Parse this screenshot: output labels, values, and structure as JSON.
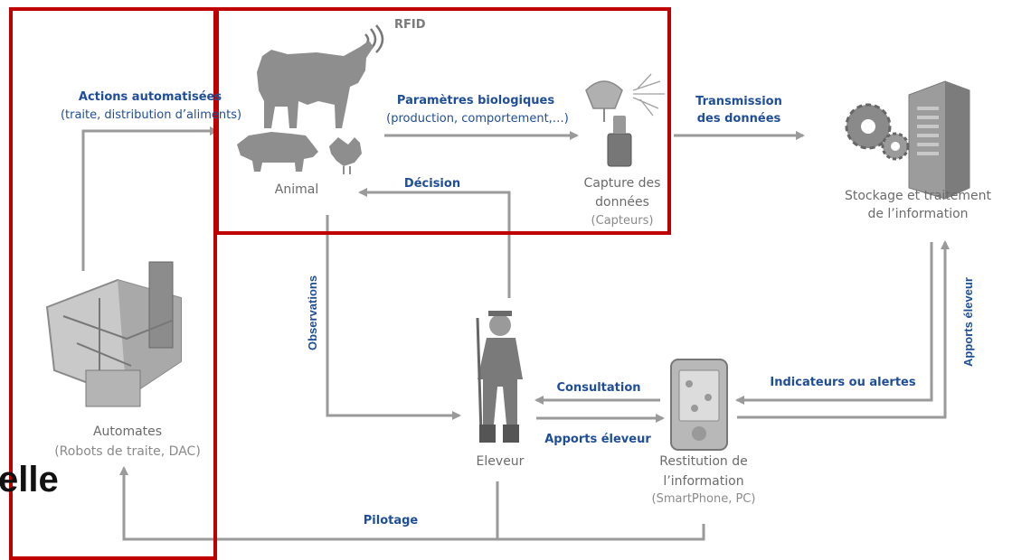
{
  "labels": {
    "rfid": "RFID",
    "actions_title": "Actions automatisées",
    "actions_sub": "(traite, distribution d’aliments)",
    "params_title": "Paramètres biologiques",
    "params_sub": "(production, comportement,…)",
    "transmission_line1": "Transmission",
    "transmission_line2": "des données",
    "animal": "Animal",
    "decision": "Décision",
    "capture_line1": "Capture des",
    "capture_line2": "données",
    "capture_sub": "(Capteurs)",
    "stockage_line1": "Stockage et traitement",
    "stockage_line2": "de l’information",
    "observations": "Observations",
    "apports_eleveur_vertical": "Apports éleveur",
    "consultation": "Consultation",
    "indicateurs": "Indicateurs ou alertes",
    "apports_eleveur": "Apports éleveur",
    "automates": "Automates",
    "automates_sub": "(Robots de traite, DAC)",
    "eleveur": "Eleveur",
    "restitution_line1": "Restitution de",
    "restitution_line2": "l’information",
    "restitution_sub": "(SmartPhone, PC)",
    "pilotage": "Pilotage",
    "partial_word": "elle"
  },
  "colors": {
    "highlight_red": "#c00000",
    "arrow_grey": "#9a9a9a",
    "label_blue": "#1f4e99"
  }
}
